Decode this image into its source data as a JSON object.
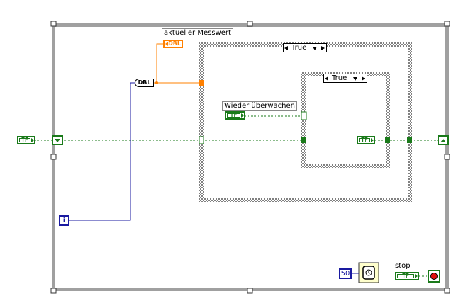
{
  "controls": {
    "measured_value_label": "aktueller Messwert",
    "measured_value_type": "DBL",
    "dbl_node": "DBL",
    "watch_again_label": "Wieder überwachen",
    "boolean_glyph": "TF",
    "iteration_terminal": "i",
    "wait_ms_constant": "50",
    "stop_label": "stop"
  },
  "case_structures": {
    "outer_selector": "True",
    "inner_selector": "True"
  },
  "colors": {
    "boolean_wire": "#1a7a1a",
    "numeric_wire": "#1a1aa0",
    "dbl_wire": "#ff8000",
    "loop_border": "#999999"
  },
  "icons": [
    "shift-register-left-icon",
    "shift-register-right-icon",
    "wait-ms-icon",
    "stop-terminal-icon",
    "selector-arrows-icon"
  ]
}
